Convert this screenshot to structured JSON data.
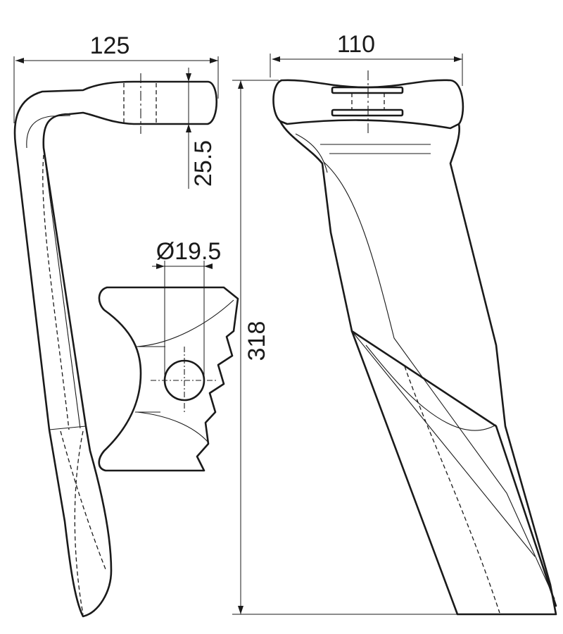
{
  "dimensions": {
    "width_label": "125",
    "thickness_label": "25.5",
    "hole_label": "Ø19.5",
    "height_label": "318",
    "head_width_label": "110"
  },
  "colors": {
    "line": "#1a1a1a",
    "background": "#ffffff"
  }
}
